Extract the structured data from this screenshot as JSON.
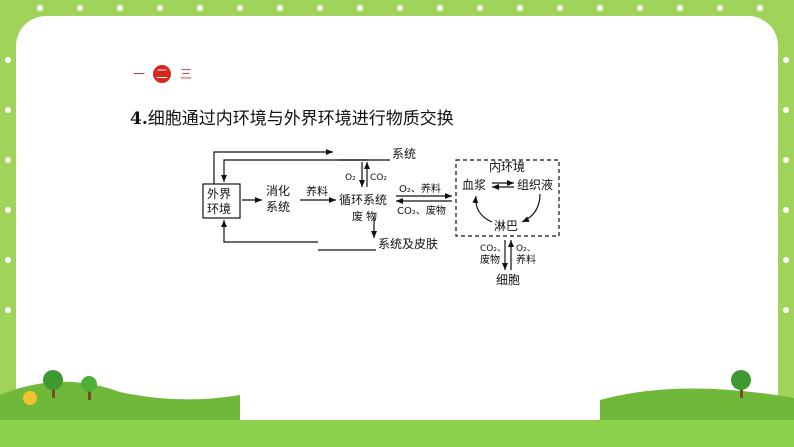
{
  "nav": {
    "item1": "一",
    "item2": "二",
    "item3": "三",
    "active": "二",
    "accent": "#d9271d"
  },
  "heading": {
    "number": "4.",
    "text": "细胞通过内环境与外界环境进行物质交换"
  },
  "diagram": {
    "outer_env_line1": "外界",
    "outer_env_line2": "环境",
    "digest_line1": "消化",
    "digest_line2": "系统",
    "nutrients": "养料",
    "system_top": "系统",
    "o2_left": "O₂",
    "co2_left": "CO₂",
    "circ_line1": "循环系统",
    "waste_line1": "废",
    "waste_line2": "物",
    "o2_nutrients": "O₂、养料",
    "co2_waste": "CO₂、废物",
    "system_skin": "系统及皮肤",
    "internal_env": "内环境",
    "plasma": "血浆",
    "tissue_fluid": "组织液",
    "lymph": "淋巴",
    "co2_bottom_line1": "CO₂、",
    "co2_bottom_line2": "废物",
    "o2_bottom_line1": "O₂、",
    "o2_bottom_line2": "养料",
    "cell": "细胞"
  },
  "colors": {
    "frame_border": "#5aa93a",
    "dots": "#ffffff",
    "grass": "#7cc243"
  }
}
